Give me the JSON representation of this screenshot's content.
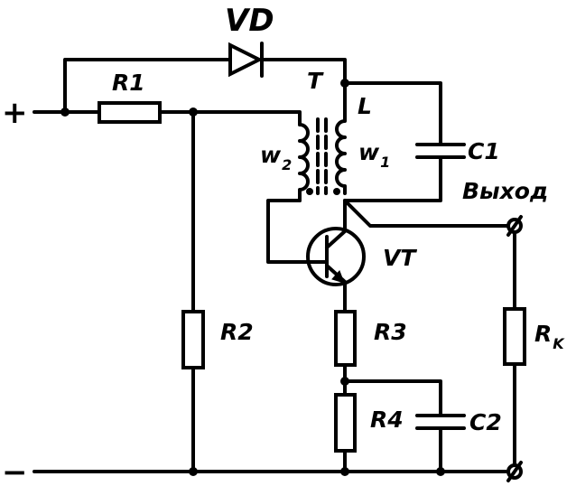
{
  "labels": {
    "plus": "+",
    "minus": "−",
    "vd": "VD",
    "r1": "R1",
    "t": "T",
    "l": "L",
    "w2": "w",
    "w2_sub": "2",
    "w1": "w",
    "w1_sub": "1",
    "c1": "C1",
    "output": "Выход",
    "vt": "VT",
    "r2": "R2",
    "r3": "R3",
    "rk": "R",
    "rk_sub": "K",
    "r4": "R4",
    "c2": "C2"
  }
}
